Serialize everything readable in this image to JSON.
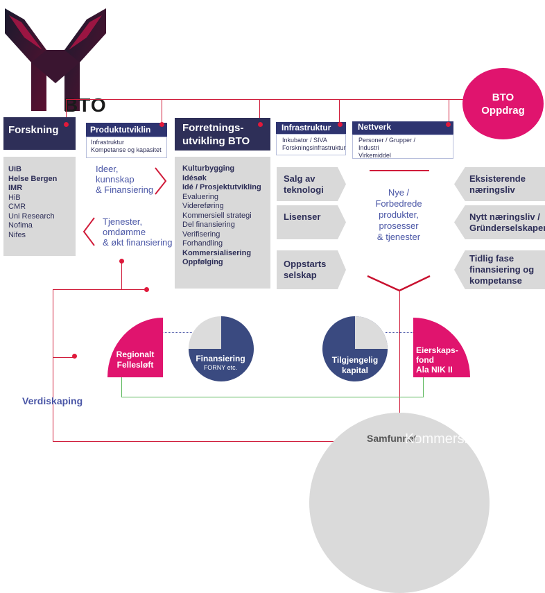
{
  "logo": {
    "text": "BTO"
  },
  "bto_oppdrag": {
    "line1": "BTO",
    "line2": "Oppdrag"
  },
  "forskning": {
    "title": "Forskning",
    "items": [
      {
        "text": "UiB",
        "bold": true
      },
      {
        "text": "Helse Bergen",
        "bold": true
      },
      {
        "text": "IMR",
        "bold": true
      },
      {
        "text": "HiB",
        "bold": false
      },
      {
        "text": "CMR",
        "bold": false
      },
      {
        "text": "Uni Research",
        "bold": false
      },
      {
        "text": "Nofima",
        "bold": false
      },
      {
        "text": "Nifes",
        "bold": false
      }
    ]
  },
  "produktutvikling": {
    "title": "Produktutviklin",
    "sub1": "Infrastruktur",
    "sub2": "Kompetanse  og kapasitet"
  },
  "ideer": {
    "line1": "Ideer,",
    "line2": "kunnskap",
    "line3": "& Finansiering"
  },
  "tjenester": {
    "line1": "Tjenester,",
    "line2": "omdømme",
    "line3": "& økt finansiering"
  },
  "forretning": {
    "title1": "Forretnings-",
    "title2": "utvikling BTO",
    "items": [
      {
        "text": "Kulturbygging",
        "bold": true
      },
      {
        "text": "Idésøk",
        "bold": true
      },
      {
        "text": "Idé / Prosjektutvikling",
        "bold": true
      },
      {
        "text": "Evaluering",
        "bold": false
      },
      {
        "text": "Videreføring",
        "bold": false
      },
      {
        "text": "Kommersiell strategi",
        "bold": false
      },
      {
        "text": "Del finansiering",
        "bold": false
      },
      {
        "text": "Verifisering",
        "bold": false
      },
      {
        "text": "Forhandling",
        "bold": false
      },
      {
        "text": "Kommersialisering",
        "bold": true
      },
      {
        "text": "Oppfølging",
        "bold": true
      }
    ]
  },
  "infrastruktur": {
    "title": "Infrastruktur",
    "sub1": "Inkubator / SIVA",
    "sub2": "Forskningsinfrastruktur"
  },
  "nettverk": {
    "title": "Nettverk",
    "sub1": "Personer / Grupper /",
    "sub2": "Industri",
    "sub3": "Virkemiddel"
  },
  "left_arrows": [
    {
      "line1": "Salg av",
      "line2": "teknologi"
    },
    {
      "line1": "Lisenser",
      "line2": ""
    },
    {
      "line1": "Oppstarts",
      "line2": "selskap"
    }
  ],
  "center_text": {
    "line1": "Nye /",
    "line2": "Forbedrede",
    "line3": "produkter,",
    "line4": "prosesser",
    "line5": "& tjenester"
  },
  "right_arrows": [
    {
      "line1": "Eksisterende",
      "line2": "næringsliv",
      "line3": ""
    },
    {
      "line1": "Nytt næringsliv /",
      "line2": "Gründerselskaper",
      "line3": ""
    },
    {
      "line1": "Tidlig fase",
      "line2": "finansiering og",
      "line3": "kompetanse"
    }
  ],
  "regionalt": {
    "line1": "Regionalt",
    "line2": "Fellesløft"
  },
  "finansiering": {
    "line1": "Finansiering",
    "line2": "FORNY etc."
  },
  "tilgjengelig": {
    "line1": "Tilgjengelig",
    "line2": "kapital"
  },
  "eierskap": {
    "line1": "Eierskaps-",
    "line2": "fond",
    "line3": "Ala NIK II"
  },
  "verdiskaping": "Verdiskaping",
  "samfunnet": "Samfunnet",
  "overlay_text": "Kommersialisert",
  "colors": {
    "navy": "#2e2f58",
    "accent": "#e0146e",
    "red_line": "#d01c3a",
    "grey": "#d9d9d9"
  }
}
